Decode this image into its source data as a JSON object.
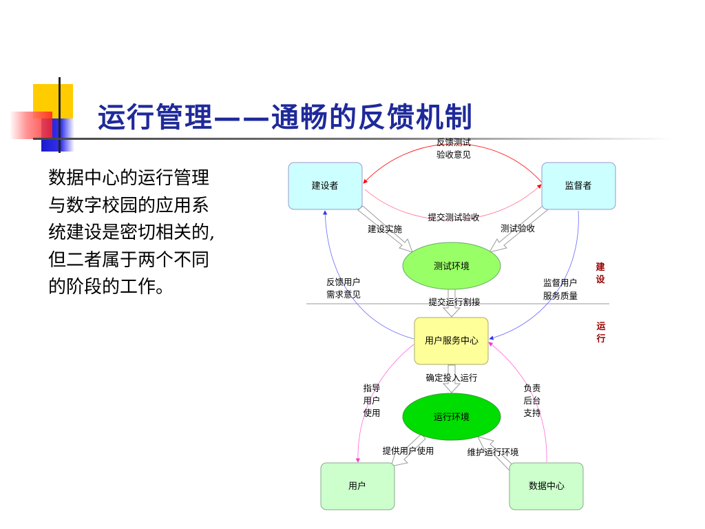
{
  "slide": {
    "title": "运行管理——通畅的反馈机制",
    "body_lines": [
      "数据中心的运行管理",
      "与数字校园的应用系",
      "统建设是密切相关的,",
      "但二者属于两个不同",
      "的阶段的工作。"
    ]
  },
  "diagram": {
    "nodes": {
      "builder": "建设者",
      "supervisor": "监督者",
      "test_env": "测试环境",
      "service_center": "用户服务中心",
      "run_env": "运行环境",
      "user": "用户",
      "datacenter": "数据中心"
    },
    "edge_labels": {
      "feedback_test_l1": "反馈测试",
      "feedback_test_l2": "验收意见",
      "submit_test": "提交测试验收",
      "build_impl": "建设实施",
      "test_accept": "测试验收",
      "feedback_user_l1": "反馈用户",
      "feedback_user_l2": "需求意见",
      "supervise_l1": "监督用户",
      "supervise_l2": "服务质量",
      "submit_cutover": "提交运行割接",
      "confirm_run": "确定投入运行",
      "guide_l1": "指导",
      "guide_l2": "用户",
      "guide_l3": "使用",
      "support_l1": "负责",
      "support_l2": "后台",
      "support_l3": "支持",
      "provide_use": "提供用户使用",
      "maintain_env": "维护运行环境"
    },
    "phase_labels": {
      "build_1": "建",
      "build_2": "设",
      "run_1": "运",
      "run_2": "行"
    },
    "colors": {
      "light_cyan": "#ccffff",
      "light_green_ellipse": "#99ff66",
      "bright_green_ellipse": "#00dd00",
      "light_yellow": "#ffff99",
      "light_green_box": "#ccffcc",
      "red_arrow": "#ff0000",
      "blue_arrow": "#3333ff",
      "magenta_arrow": "#ff33cc",
      "phase_label": "#990000",
      "title": "#1f2a9a"
    }
  }
}
